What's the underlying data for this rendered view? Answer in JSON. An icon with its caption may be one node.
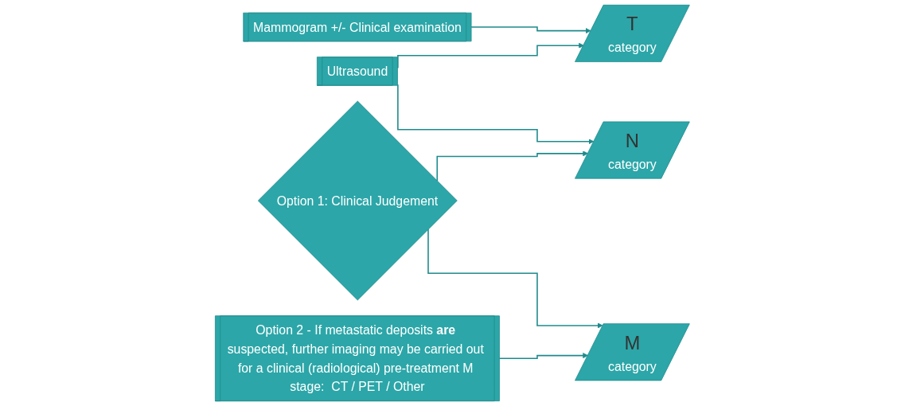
{
  "diagram": {
    "nodes": [
      {
        "text": [
          "Mammogram +/- Clinical examination"
        ]
      },
      {
        "text": [
          "Ultrasound"
        ]
      },
      {
        "text": [
          "Option 1: Clinical Judgement"
        ]
      },
      {
        "text": [
          "Option 2 - If metastatic deposits **are** suspected, further imaging may be carried out for a clinical (radiological) pre-treatment M stage:  CT / PET / Other"
        ]
      },
      {
        "text": [
          "T",
          "category"
        ]
      },
      {
        "text": [
          "N",
          "category"
        ]
      },
      {
        "text": [
          "M",
          "category"
        ]
      }
    ],
    "edges": [
      {
        "from": 0,
        "to": 4,
        "arrow": "to"
      },
      {
        "from": 1,
        "to": 4,
        "arrow": "to"
      },
      {
        "from": 1,
        "to": 5,
        "arrow": "to"
      },
      {
        "from": 2,
        "to": 5,
        "arrow": "to"
      },
      {
        "from": 2,
        "to": 6,
        "arrow": "to"
      },
      {
        "from": 3,
        "to": 6,
        "arrow": "to"
      }
    ]
  }
}
